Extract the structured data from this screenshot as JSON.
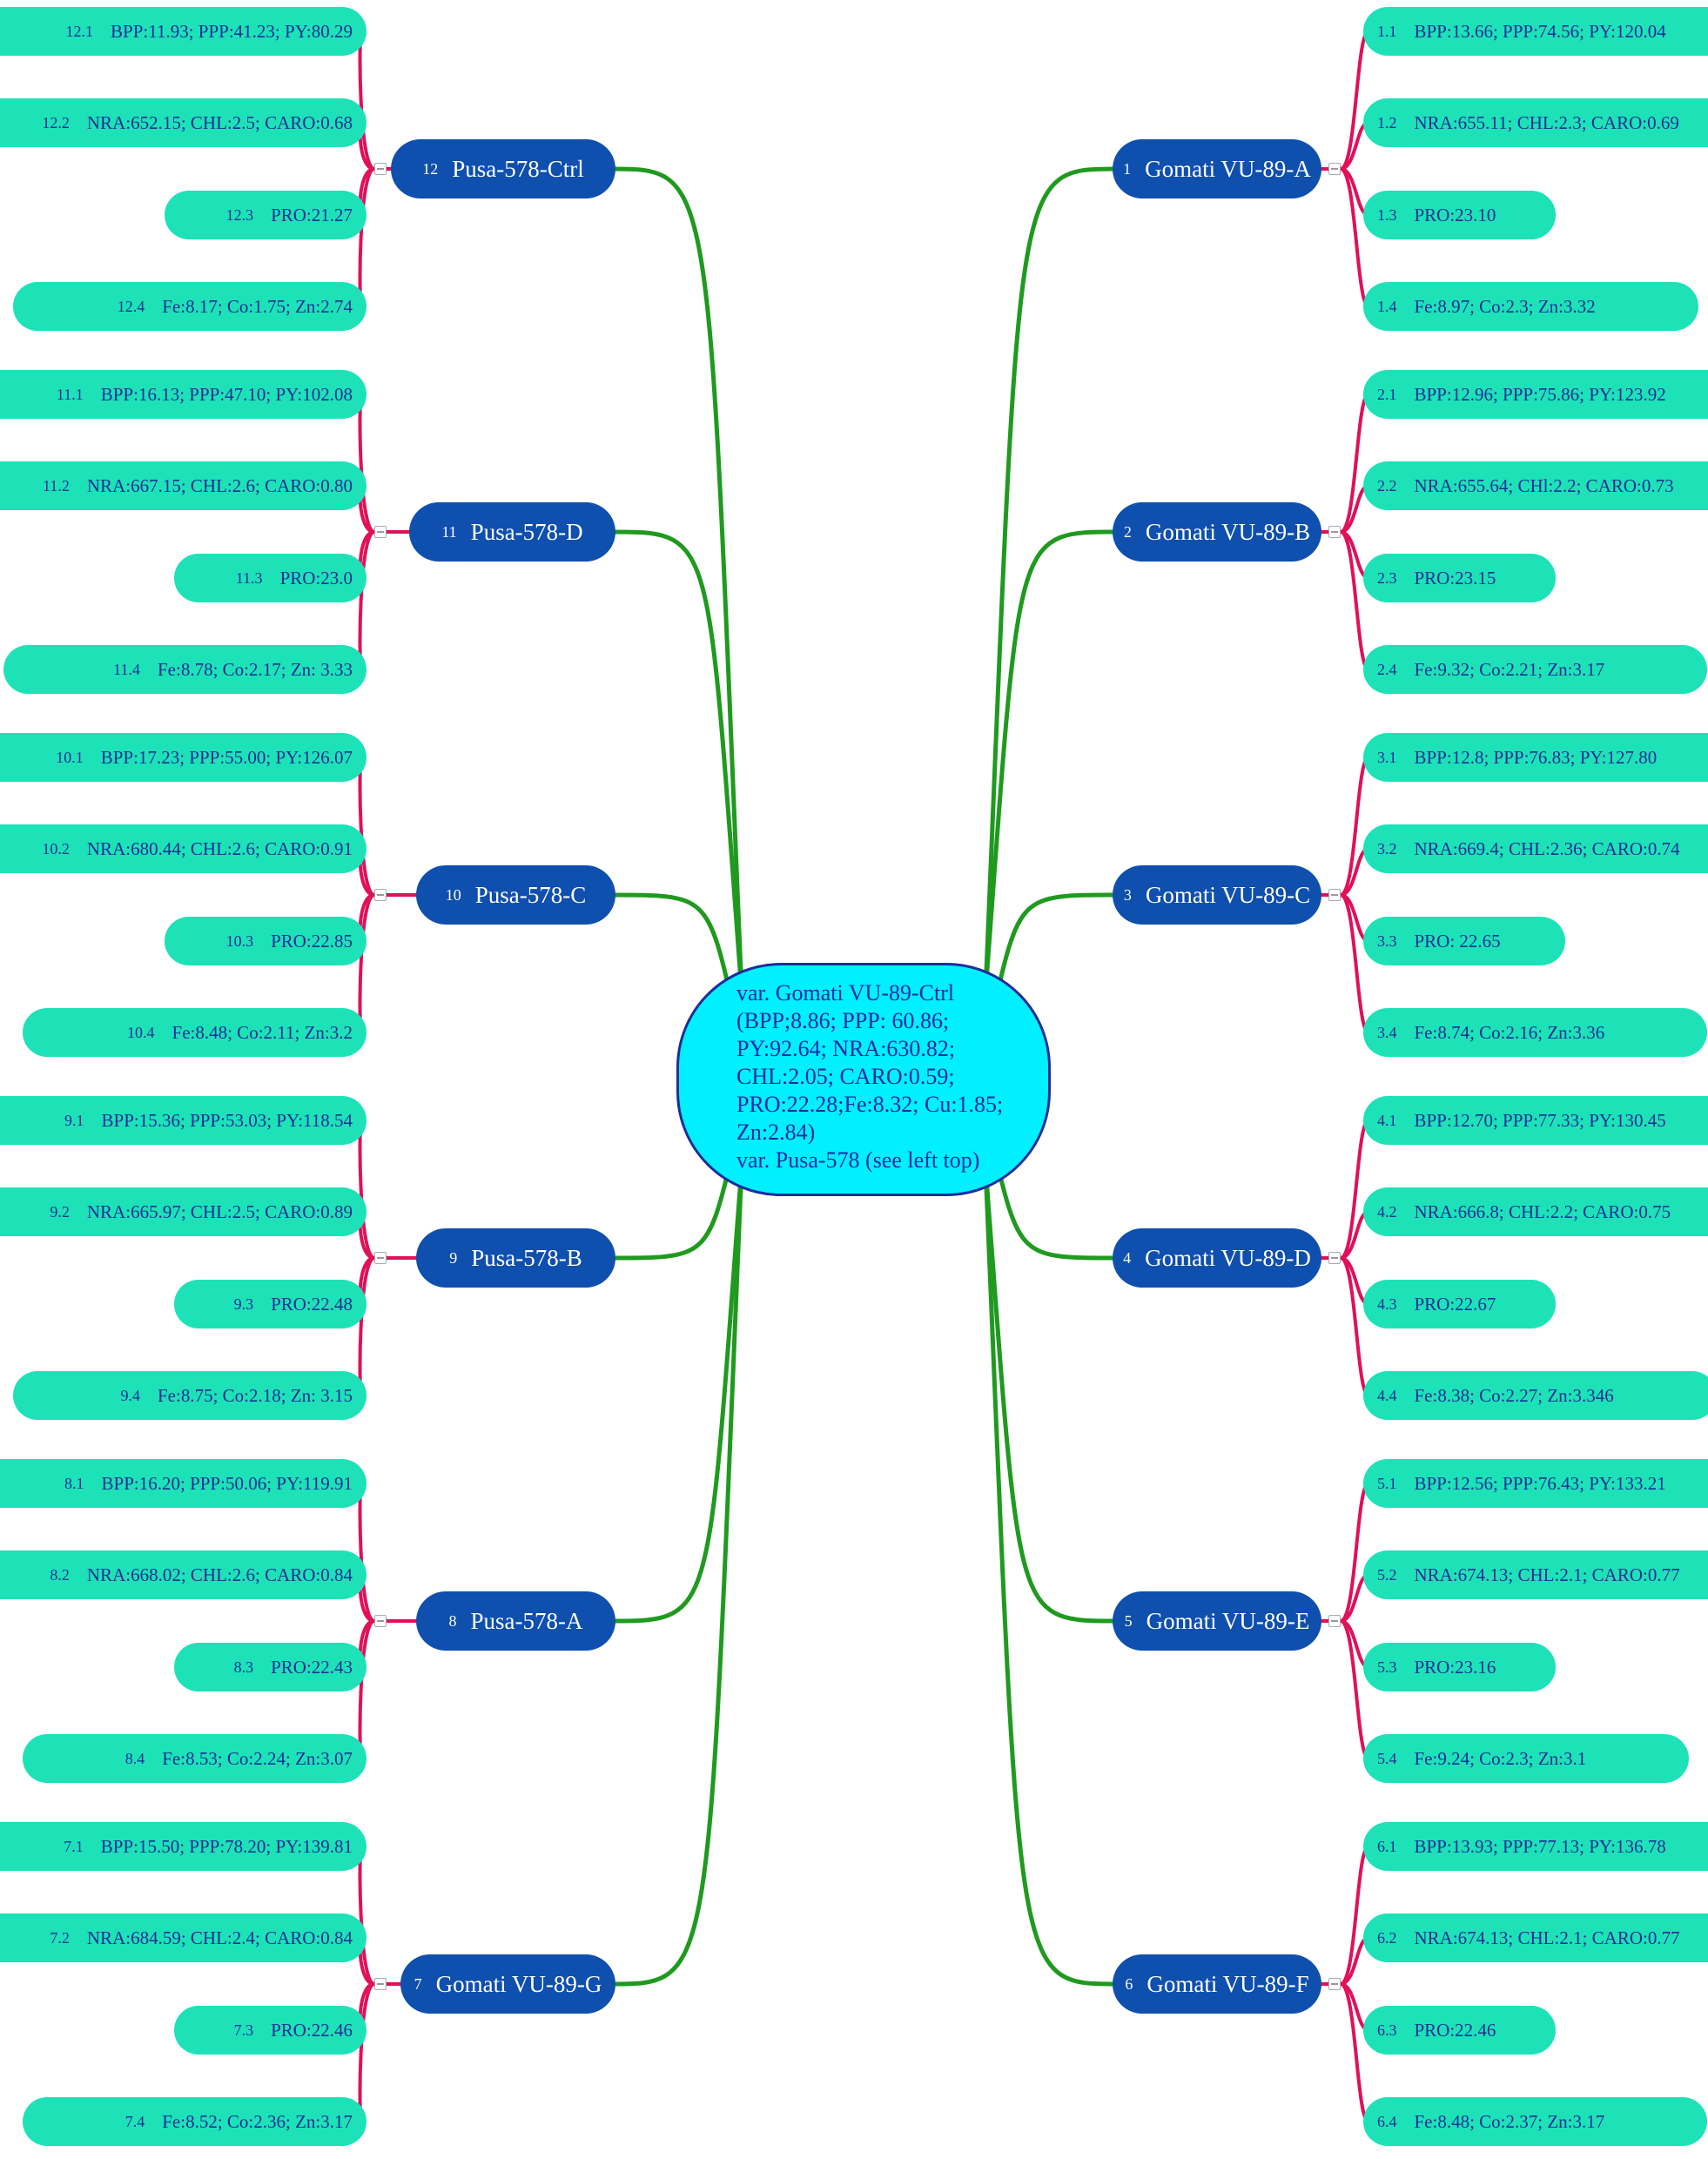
{
  "center": {
    "lines": [
      "var. Gomati VU-89-Ctrl",
      "(BPP;8.86; PPP: 60.86;",
      "PY:92.64; NRA:630.82;",
      "CHL:2.05; CARO:0.59;",
      "PRO:22.28;Fe:8.32; Cu:1.85;",
      "Zn:2.84)",
      "var. Pusa-578 (see left top)"
    ]
  },
  "colors": {
    "center_fill": "#00f0ff",
    "center_border": "#1a2d9a",
    "main_fill": "#0f4fae",
    "leaf_fill": "#1de2b8",
    "leaf_text": "#1d2f96",
    "main_connector": "#1f9a1f",
    "leaf_connector": "#e0105a"
  },
  "branches": [
    {
      "num": "1",
      "label": "Gomati VU-89-A",
      "side": "right",
      "leaves": [
        {
          "num": "1.1",
          "text": "BPP:13.66; PPP:74.56; PY:120.04"
        },
        {
          "num": "1.2",
          "text": "NRA:655.11; CHL:2.3; CARO:0.69"
        },
        {
          "num": "1.3",
          "text": "PRO:23.10"
        },
        {
          "num": "1.4",
          "text": "Fe:8.97; Co:2.3; Zn:3.32"
        }
      ]
    },
    {
      "num": "2",
      "label": "Gomati VU-89-B",
      "side": "right",
      "leaves": [
        {
          "num": "2.1",
          "text": "BPP:12.96; PPP:75.86; PY:123.92"
        },
        {
          "num": "2.2",
          "text": "NRA:655.64; CHl:2.2; CARO:0.73"
        },
        {
          "num": "2.3",
          "text": "PRO:23.15"
        },
        {
          "num": "2.4",
          "text": "Fe:9.32; Co:2.21; Zn:3.17"
        }
      ]
    },
    {
      "num": "3",
      "label": "Gomati VU-89-C",
      "side": "right",
      "leaves": [
        {
          "num": "3.1",
          "text": "BPP:12.8; PPP:76.83; PY:127.80"
        },
        {
          "num": "3.2",
          "text": "NRA:669.4; CHL:2.36; CARO:0.74"
        },
        {
          "num": "3.3",
          "text": "PRO: 22.65"
        },
        {
          "num": "3.4",
          "text": "Fe:8.74; Co:2.16; Zn:3.36"
        }
      ]
    },
    {
      "num": "4",
      "label": "Gomati VU-89-D",
      "side": "right",
      "leaves": [
        {
          "num": "4.1",
          "text": "BPP:12.70; PPP:77.33; PY:130.45"
        },
        {
          "num": "4.2",
          "text": "NRA:666.8; CHL:2.2; CARO:0.75"
        },
        {
          "num": "4.3",
          "text": "PRO:22.67"
        },
        {
          "num": "4.4",
          "text": "Fe:8.38; Co:2.27; Zn:3.346"
        }
      ]
    },
    {
      "num": "5",
      "label": "Gomati VU-89-E",
      "side": "right",
      "leaves": [
        {
          "num": "5.1",
          "text": "BPP:12.56; PPP:76.43; PY:133.21"
        },
        {
          "num": "5.2",
          "text": "NRA:674.13; CHL:2.1; CARO:0.77"
        },
        {
          "num": "5.3",
          "text": "PRO:23.16"
        },
        {
          "num": "5.4",
          "text": "Fe:9.24; Co:2.3; Zn:3.1"
        }
      ]
    },
    {
      "num": "6",
      "label": "Gomati VU-89-F",
      "side": "right",
      "leaves": [
        {
          "num": "6.1",
          "text": "BPP:13.93; PPP:77.13; PY:136.78"
        },
        {
          "num": "6.2",
          "text": "NRA:674.13; CHL:2.1; CARO:0.77"
        },
        {
          "num": "6.3",
          "text": "PRO:22.46"
        },
        {
          "num": "6.4",
          "text": "Fe:8.48; Co:2.37; Zn:3.17"
        }
      ]
    },
    {
      "num": "7",
      "label": "Gomati VU-89-G",
      "side": "left",
      "leaves": [
        {
          "num": "7.1",
          "text": "BPP:15.50; PPP:78.20; PY:139.81"
        },
        {
          "num": "7.2",
          "text": "NRA:684.59; CHL:2.4; CARO:0.84"
        },
        {
          "num": "7.3",
          "text": "PRO:22.46"
        },
        {
          "num": "7.4",
          "text": "Fe:8.52; Co:2.36; Zn:3.17"
        }
      ]
    },
    {
      "num": "8",
      "label": "Pusa-578-A",
      "side": "left",
      "leaves": [
        {
          "num": "8.1",
          "text": "BPP:16.20; PPP:50.06; PY:119.91"
        },
        {
          "num": "8.2",
          "text": "NRA:668.02; CHL:2.6; CARO:0.84"
        },
        {
          "num": "8.3",
          "text": "PRO:22.43"
        },
        {
          "num": "8.4",
          "text": "Fe:8.53; Co:2.24; Zn:3.07"
        }
      ]
    },
    {
      "num": "9",
      "label": "Pusa-578-B",
      "side": "left",
      "leaves": [
        {
          "num": "9.1",
          "text": "BPP:15.36; PPP:53.03; PY:118.54"
        },
        {
          "num": "9.2",
          "text": "NRA:665.97; CHL:2.5; CARO:0.89"
        },
        {
          "num": "9.3",
          "text": "PRO:22.48"
        },
        {
          "num": "9.4",
          "text": "Fe:8.75; Co:2.18; Zn: 3.15"
        }
      ]
    },
    {
      "num": "10",
      "label": "Pusa-578-C",
      "side": "left",
      "leaves": [
        {
          "num": "10.1",
          "text": "BPP:17.23; PPP:55.00; PY:126.07"
        },
        {
          "num": "10.2",
          "text": "NRA:680.44; CHL:2.6; CARO:0.91"
        },
        {
          "num": "10.3",
          "text": "PRO:22.85"
        },
        {
          "num": "10.4",
          "text": "Fe:8.48; Co:2.11; Zn:3.2"
        }
      ]
    },
    {
      "num": "11",
      "label": "Pusa-578-D",
      "side": "left",
      "leaves": [
        {
          "num": "11.1",
          "text": "BPP:16.13; PPP:47.10; PY:102.08"
        },
        {
          "num": "11.2",
          "text": "NRA:667.15; CHL:2.6; CARO:0.80"
        },
        {
          "num": "11.3",
          "text": "PRO:23.0"
        },
        {
          "num": "11.4",
          "text": "Fe:8.78; Co:2.17; Zn: 3.33"
        }
      ]
    },
    {
      "num": "12",
      "label": "Pusa-578-Ctrl",
      "side": "left",
      "leaves": [
        {
          "num": "12.1",
          "text": "BPP:11.93; PPP:41.23; PY:80.29"
        },
        {
          "num": "12.2",
          "text": "NRA:652.15; CHL:2.5; CARO:0.68"
        },
        {
          "num": "12.3",
          "text": "PRO:21.27"
        },
        {
          "num": "12.4",
          "text": "Fe:8.17; Co:1.75; Zn:2.74"
        }
      ]
    }
  ]
}
